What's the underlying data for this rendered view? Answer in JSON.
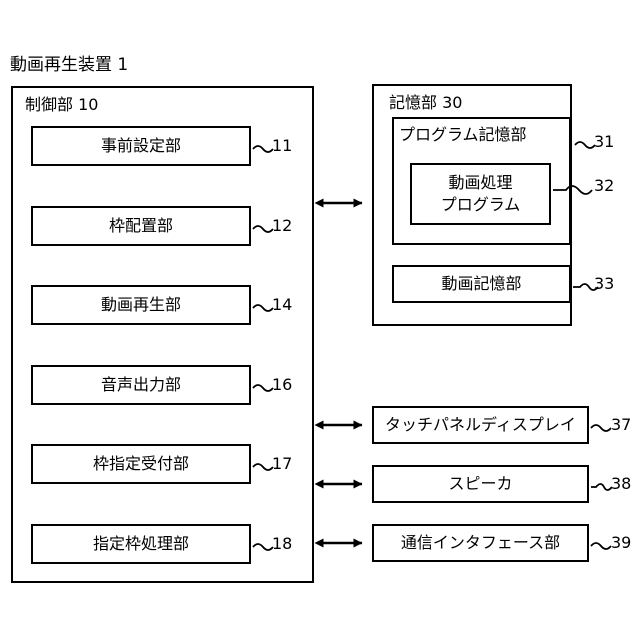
{
  "figure": {
    "title": "動画再生装置 1",
    "background_color": "#ffffff",
    "line_color": "#000000"
  },
  "control_unit": {
    "label": "制御部 10",
    "units": [
      {
        "name": "事前設定部",
        "ref": "11"
      },
      {
        "name": "枠配置部",
        "ref": "12"
      },
      {
        "name": "動画再生部",
        "ref": "14"
      },
      {
        "name": "音声出力部",
        "ref": "16"
      },
      {
        "name": "枠指定受付部",
        "ref": "17"
      },
      {
        "name": "指定枠処理部",
        "ref": "18"
      }
    ]
  },
  "storage_unit": {
    "label": "記憶部 30",
    "program_storage": {
      "name": "プログラム記憶部",
      "ref": "31",
      "nested": {
        "name_line1": "動画処理",
        "name_line2": "プログラム",
        "ref": "32"
      }
    },
    "video_storage": {
      "name": "動画記憶部",
      "ref": "33"
    }
  },
  "peripherals": [
    {
      "name": "タッチパネルディスプレイ",
      "ref": "37"
    },
    {
      "name": "スピーカ",
      "ref": "38"
    },
    {
      "name": "通信インタフェース部",
      "ref": "39"
    }
  ],
  "connections": [
    {
      "name": "control-to-storage",
      "style": "double-arrow"
    },
    {
      "name": "control-to-touch-panel-display",
      "style": "double-arrow"
    },
    {
      "name": "control-to-speaker",
      "style": "double-arrow"
    },
    {
      "name": "control-to-communication-interface",
      "style": "double-arrow"
    }
  ]
}
